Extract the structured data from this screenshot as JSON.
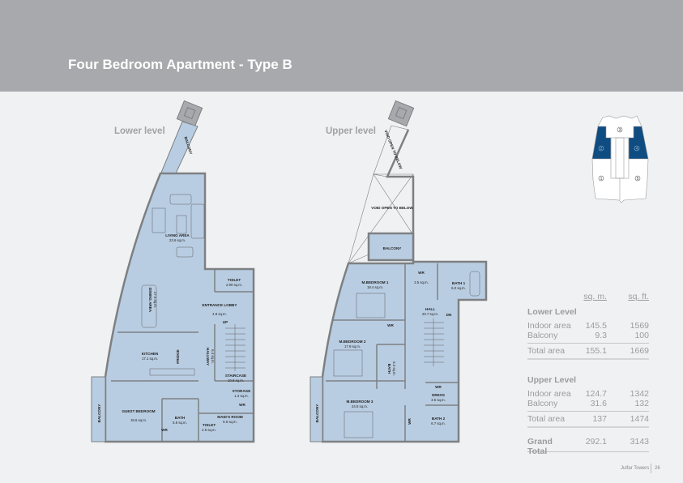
{
  "header": {
    "title": "Four Bedroom Apartment - Type B"
  },
  "plans": {
    "lower": {
      "label": "Lower level",
      "rooms": [
        {
          "name": "BALCONY",
          "area": ""
        },
        {
          "name": "LIVING AREA",
          "area": "23.6 sq.m."
        },
        {
          "name": "DINING AREA",
          "area": "27.5 sq.m."
        },
        {
          "name": "TOILET",
          "area": "2.90 sq.m."
        },
        {
          "name": "ENTRANCE LOBBY",
          "area": "4.8 sq.m."
        },
        {
          "name": "UP",
          "area": ""
        },
        {
          "name": "KITCHEN",
          "area": "17.1 sq.m."
        },
        {
          "name": "FRIDGE",
          "area": ""
        },
        {
          "name": "HALLWAY",
          "area": "6.4 sq.m."
        },
        {
          "name": "STAIRCASE",
          "area": "10.8 sq.m."
        },
        {
          "name": "STORAGE",
          "area": "1.3 sq.m."
        },
        {
          "name": "WR",
          "area": ""
        },
        {
          "name": "GUEST BEDROOM",
          "area": "18.6 sq.m."
        },
        {
          "name": "BATH",
          "area": "5.8 sq.m."
        },
        {
          "name": "MAID'S ROOM",
          "area": "6.5 sq.m."
        },
        {
          "name": "TOILET",
          "area": "2.9 sq.m."
        },
        {
          "name": "WR",
          "area": ""
        },
        {
          "name": "BALCONY",
          "area": ""
        }
      ]
    },
    "upper": {
      "label": "Upper level",
      "rooms": [
        {
          "name": "VOID OPEN TO BELOW",
          "area": ""
        },
        {
          "name": "VOID OPEN TO BELOW",
          "area": ""
        },
        {
          "name": "BALCONY",
          "area": ""
        },
        {
          "name": "M.BEDROOM 1",
          "area": "18.4 sq.m."
        },
        {
          "name": "WR",
          "area": "3.5 sq.m."
        },
        {
          "name": "BATH 1",
          "area": "6.0 sq.m."
        },
        {
          "name": "HALL",
          "area": "20.7 sq.m."
        },
        {
          "name": "DN",
          "area": ""
        },
        {
          "name": "WR",
          "area": ""
        },
        {
          "name": "M.BEDROOM 2",
          "area": "17.9 sq.m."
        },
        {
          "name": "BATH",
          "area": "6.3 sq.m."
        },
        {
          "name": "WR",
          "area": ""
        },
        {
          "name": "DRESS",
          "area": "3.6 sq.m."
        },
        {
          "name": "M.BEDROOM 3",
          "area": "24.5 sq.m."
        },
        {
          "name": "BATH 2",
          "area": "6.7 sq.m."
        },
        {
          "name": "WR",
          "area": ""
        },
        {
          "name": "BALCONY",
          "area": ""
        }
      ]
    }
  },
  "keyplan": {
    "units": [
      "3",
      "2",
      "4",
      "1",
      "5"
    ],
    "highlight_color": "#0f4c81"
  },
  "areas": {
    "units": {
      "m": "sq. m.",
      "f": "sq. ft."
    },
    "lower": {
      "heading": "Lower Level",
      "rows": [
        {
          "label": "Indoor area",
          "m": "145.5",
          "f": "1569"
        },
        {
          "label": "Balcony",
          "m": "9.3",
          "f": "100"
        }
      ],
      "total": {
        "label": "Total area",
        "m": "155.1",
        "f": "1669"
      }
    },
    "upper": {
      "heading": "Upper Level",
      "rows": [
        {
          "label": "Indoor area",
          "m": "124.7",
          "f": "1342"
        },
        {
          "label": "Balcony",
          "m": "31.6",
          "f": "132"
        }
      ],
      "total": {
        "label": "Total area",
        "m": "137",
        "f": "1474"
      }
    },
    "grand": {
      "label": "Grand Total",
      "m": "292.1",
      "f": "3143"
    }
  },
  "footer": {
    "project": "Julfar Towers",
    "page": "26"
  },
  "colors": {
    "header": "#a7a9ac",
    "floor": "#b9cde2",
    "wall": "#8e9194"
  }
}
